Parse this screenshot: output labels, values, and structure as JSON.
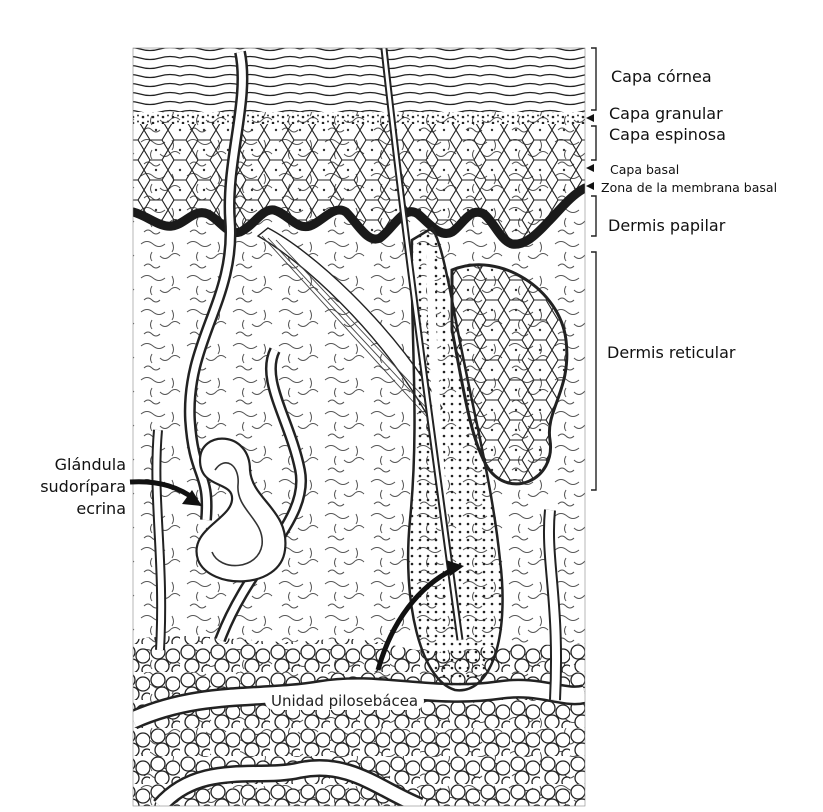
{
  "labels": {
    "capa_cornea": "Capa córnea",
    "capa_granular": "Capa granular",
    "capa_espinosa": "Capa espinosa",
    "capa_basal": "Capa basal",
    "zona_membrana_basal": "Zona de la membrana basal",
    "dermis_papilar": "Dermis papilar",
    "dermis_reticular": "Dermis reticular",
    "glandula_sudoripara": "Glándula\nsudorípara\necrina",
    "unidad_pilosebacea": "Unidad pilosebácea"
  },
  "colors": {
    "ink": "#111111",
    "paper": "#ffffff",
    "membrane": "#1a1a1a"
  }
}
